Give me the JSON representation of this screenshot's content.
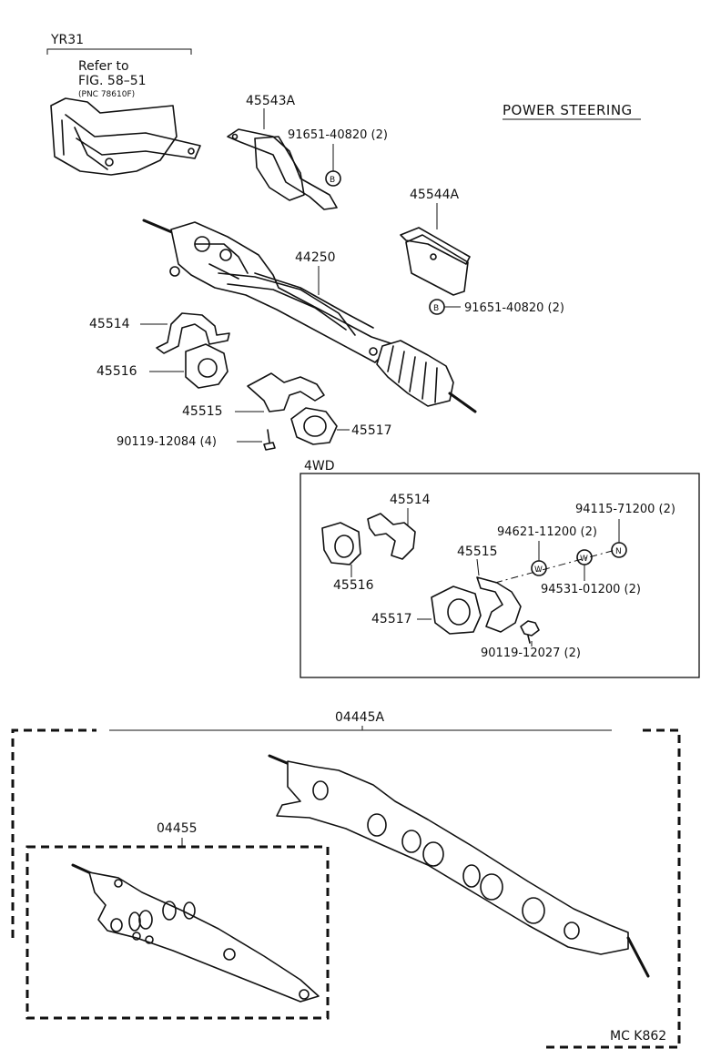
{
  "header": {
    "variant_label": "YR31",
    "refer_line1": "Refer to",
    "refer_line2": "FIG. 58–51",
    "refer_line3": "(PNC 78610F)",
    "section_title": "POWER STEERING"
  },
  "parts": {
    "bracket_a": "45543A",
    "bolt_a": "91651-40820 (2)",
    "bracket_b": "45544A",
    "bolt_b": "91651-40820 (2)",
    "gear_assy": "44250",
    "bracket_45514": "45514",
    "bushing_45516": "45516",
    "bracket_45515": "45515",
    "bushing_45517": "45517",
    "bolt_90119": "90119-12084 (4)"
  },
  "circle_marks": {
    "b_mark": "B",
    "w_mark": "W",
    "n_mark": "N"
  },
  "fourwd": {
    "title": "4WD",
    "p45514": "45514",
    "p45516": "45516",
    "p45515": "45515",
    "p45517": "45517",
    "nut": "94115-71200 (2)",
    "washer_a": "94621-11200 (2)",
    "washer_b": "94531-01200 (2)",
    "bolt": "90119-12027 (2)"
  },
  "kits": {
    "outer": "04445A",
    "inner": "04455"
  },
  "footer": {
    "code": "MC K862"
  }
}
